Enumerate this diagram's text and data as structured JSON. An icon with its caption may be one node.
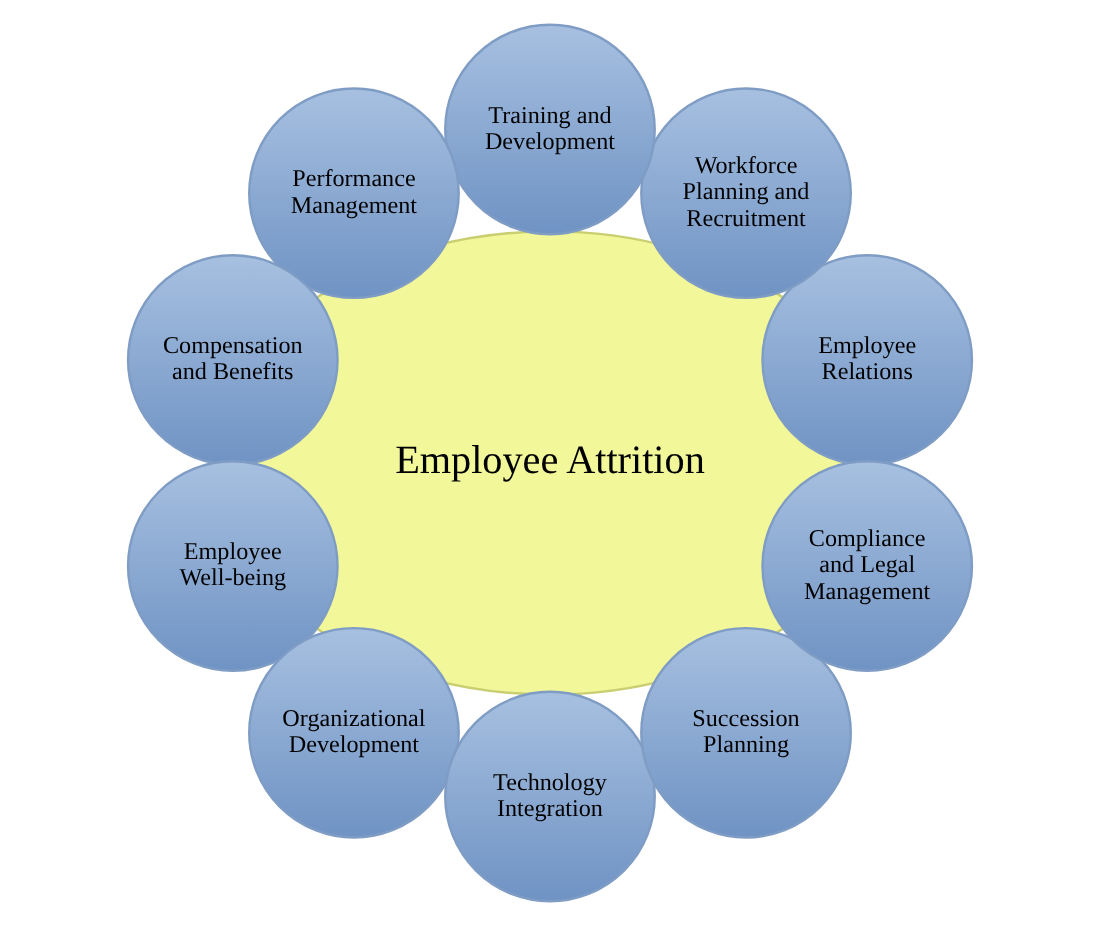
{
  "diagram": {
    "nodes": [
      {
        "text": [
          "Employee Attrition"
        ]
      },
      {
        "text": [
          "Employee Relations"
        ]
      },
      {
        "text": [
          "Workforce Planning and Recruitment"
        ]
      },
      {
        "text": [
          "Training and Development"
        ]
      },
      {
        "text": [
          "Performance Management"
        ]
      },
      {
        "text": [
          "Compensation and Benefits"
        ]
      },
      {
        "text": [
          "Employee Well-being"
        ]
      },
      {
        "text": [
          "Organizational Development"
        ]
      },
      {
        "text": [
          "Technology Integration"
        ]
      },
      {
        "text": [
          "Succession Planning"
        ]
      },
      {
        "text": [
          "Compliance and Legal Management"
        ]
      }
    ],
    "edges": []
  }
}
